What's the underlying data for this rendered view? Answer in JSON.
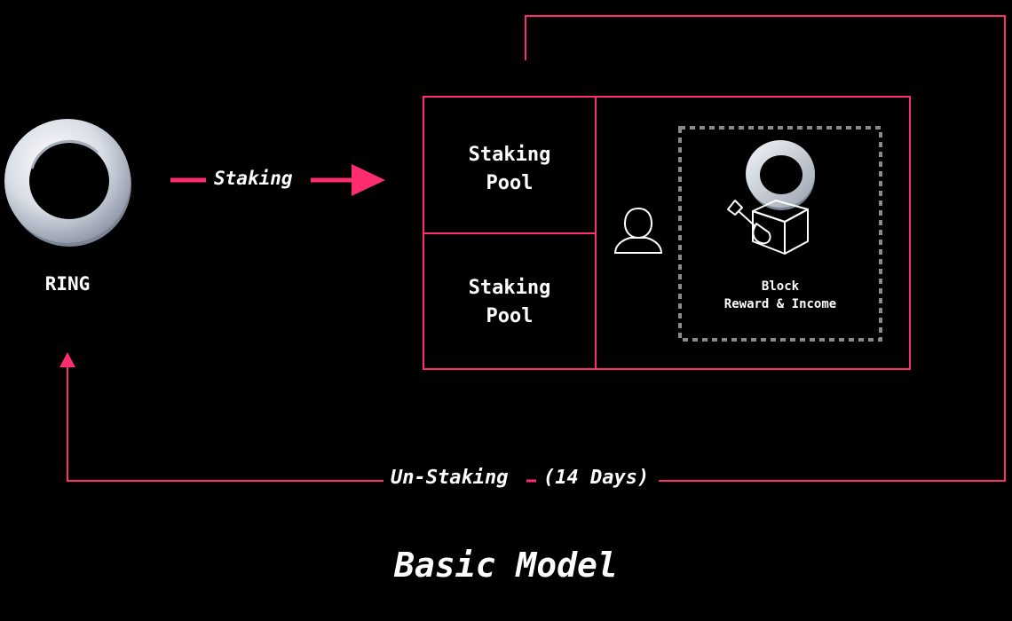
{
  "colors": {
    "accent": "#ff2d6f",
    "background": "#000000",
    "text": "#ffffff",
    "dashed_frame": "#8a8a8a"
  },
  "ring": {
    "label": "RING",
    "icon": "ring-icon"
  },
  "staking_arrow": {
    "label": "Staking"
  },
  "pools": [
    {
      "line1": "Staking",
      "line2": "Pool"
    },
    {
      "line1": "Staking",
      "line2": "Pool"
    }
  ],
  "validator": {
    "icon": "user-icon"
  },
  "reward": {
    "line1": "Block",
    "line2": "Reward & Income",
    "icons": [
      "ring-icon",
      "shovel-icon",
      "block-icon"
    ]
  },
  "unstaking": {
    "label": "Un-Staking",
    "duration": "(14 Days)"
  },
  "title": "Basic Model"
}
